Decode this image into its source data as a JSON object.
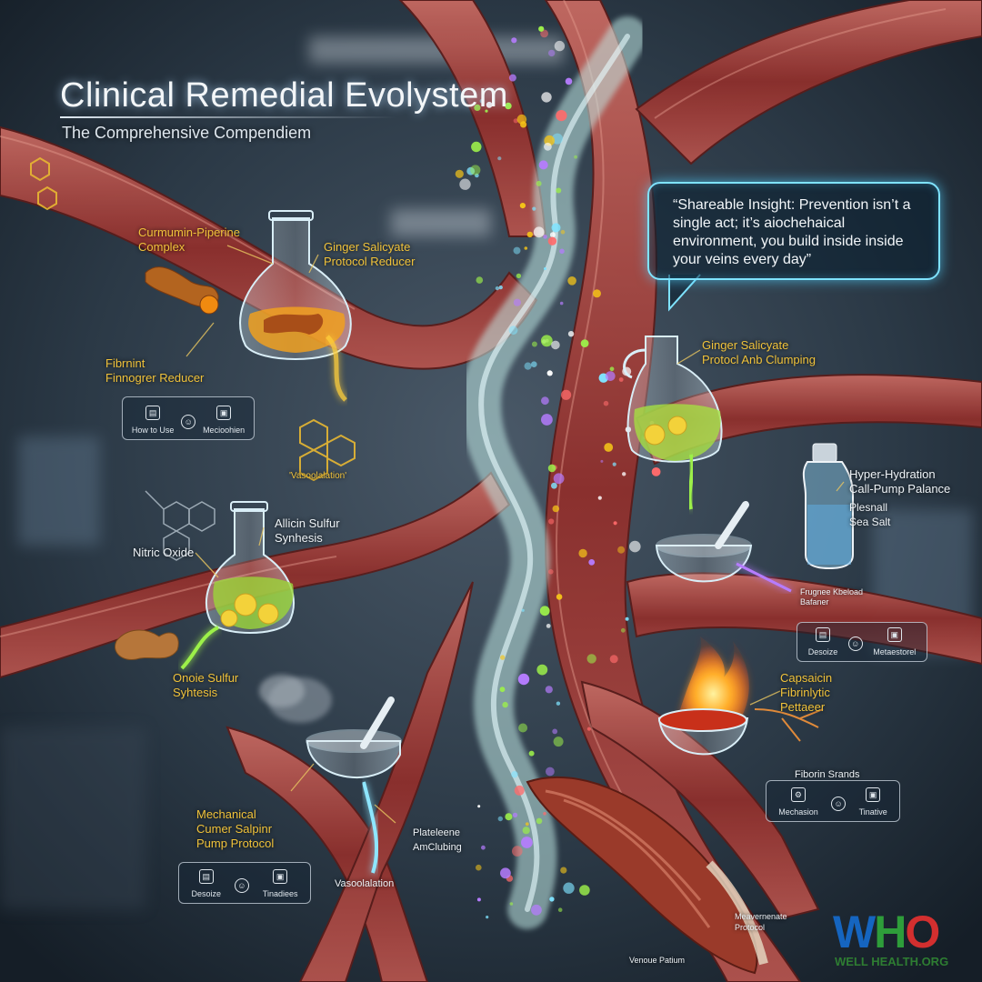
{
  "header": {
    "title": "Clinical Remedial Evolystem",
    "subtitle": "The Comprehensive Compendiem"
  },
  "insight": {
    "text": "“Shareable Insight: Prevention isn’t a single act; it’s aiochehaical environment, you build inside inside your veins every day”"
  },
  "labels": {
    "curcumin": "Curmumin-Piperine\nComplex",
    "ginger_left": "Ginger Salicyate\nProtocol Reducer",
    "fibrinolytic_left": "Fibrnint\nFinnogrer Reducer",
    "vasodilation_top": "'Vasoolalation'",
    "allicin": "Allicin Sulfur\nSynhesis",
    "nitric_oxide": "Nitric Oxide",
    "onoie_sulfur": "Onoie Sulfur\nSyhtesis",
    "mechanical": "Mechanical\nCumer Salpinr\nPump Protocol",
    "platelet": "Plateleene\nAmClubing",
    "vasodilation_bottom": "Vasoolalation",
    "ginger_right": "Ginger Salicyate\nProtocl  Anb Clumping",
    "hydration": "Hyper-Hydration\nCall-Pump Palance",
    "sea_salt": "Plesnall\nSea Salt",
    "fluid_balance": "Frugnee Kbeload\nBafaner",
    "capsaicin": "Capsaicin\nFibrinlytic\nPettaeer",
    "fibrin": "Fiborin Srands",
    "mechanism_protocol": "Meavernenate\nProtocol",
    "venous_return": "Venoue Patium"
  },
  "icon_boxes": [
    {
      "items": [
        {
          "icon": "document-icon",
          "label": "How to Use"
        },
        {
          "icon": "smile-icon",
          "label": ""
        },
        {
          "icon": "kiosk-icon",
          "label": "Mecioohien"
        }
      ]
    },
    {
      "items": [
        {
          "icon": "document-icon",
          "label": "Desoize"
        },
        {
          "icon": "smile-icon",
          "label": ""
        },
        {
          "icon": "kiosk-icon",
          "label": "Metaestorel"
        }
      ]
    },
    {
      "items": [
        {
          "icon": "settings-icon",
          "label": "Mechasion"
        },
        {
          "icon": "smile-icon",
          "label": ""
        },
        {
          "icon": "kiosk-icon",
          "label": "Tinative"
        }
      ]
    },
    {
      "items": [
        {
          "icon": "document-icon",
          "label": "Desoize"
        },
        {
          "icon": "smile-icon",
          "label": ""
        },
        {
          "icon": "kiosk-icon",
          "label": "Tinadiees"
        }
      ]
    }
  ],
  "logo": {
    "mark_w": "W",
    "mark_h": "H",
    "mark_o": "O",
    "site": "WELL HEALTH.ORG"
  },
  "colors": {
    "vessel": "#8e2f2c",
    "vessel_light": "#c0605a",
    "glow_cyan": "#7fe3ff",
    "label_gold": "#f0c23a",
    "background": "#24313d"
  }
}
